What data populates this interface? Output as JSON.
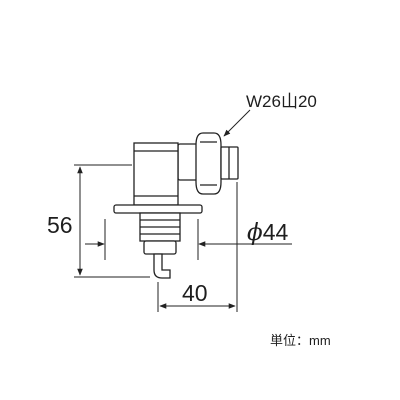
{
  "thread_spec": "W26山20",
  "dim_height": "56",
  "dim_diameter_symbol": "ϕ",
  "dim_diameter_value": "44",
  "dim_width": "40",
  "unit_label": "単位：mm"
}
